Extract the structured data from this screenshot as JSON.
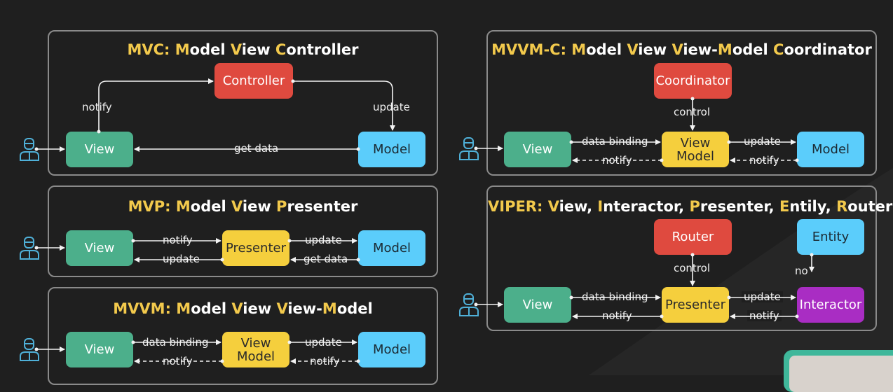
{
  "mvc": {
    "title": [
      {
        "t": "MVC: ",
        "c": "y"
      },
      {
        "t": "M",
        "c": "y"
      },
      {
        "t": "odel ",
        "c": "w"
      },
      {
        "t": "V",
        "c": "y"
      },
      {
        "t": "iew ",
        "c": "w"
      },
      {
        "t": "C",
        "c": "y"
      },
      {
        "t": "ontroller",
        "c": "w"
      }
    ],
    "controller": "Controller",
    "view": "View",
    "model": "Model",
    "notify": "notify",
    "update": "update",
    "get_data": "get data"
  },
  "mvp": {
    "title": [
      {
        "t": "MVP: ",
        "c": "y"
      },
      {
        "t": "M",
        "c": "y"
      },
      {
        "t": "odel ",
        "c": "w"
      },
      {
        "t": "V",
        "c": "y"
      },
      {
        "t": "iew ",
        "c": "w"
      },
      {
        "t": "P",
        "c": "y"
      },
      {
        "t": "resenter",
        "c": "w"
      }
    ],
    "view": "View",
    "presenter": "Presenter",
    "model": "Model",
    "notify": "notify",
    "update_left": "update",
    "update_right": "update",
    "get_data": "get data"
  },
  "mvvm": {
    "title": [
      {
        "t": "MVVM: ",
        "c": "y"
      },
      {
        "t": "M",
        "c": "y"
      },
      {
        "t": "odel ",
        "c": "w"
      },
      {
        "t": "V",
        "c": "y"
      },
      {
        "t": "iew ",
        "c": "w"
      },
      {
        "t": "V",
        "c": "y"
      },
      {
        "t": "iew-",
        "c": "w"
      },
      {
        "t": "M",
        "c": "y"
      },
      {
        "t": "odel",
        "c": "w"
      }
    ],
    "view": "View",
    "viewmodel_line1": "View",
    "viewmodel_line2": "Model",
    "model": "Model",
    "data_binding": "data binding",
    "notify_left": "notify",
    "update": "update",
    "notify_right": "notify"
  },
  "mvvmc": {
    "title": [
      {
        "t": "MVVM-C: ",
        "c": "y"
      },
      {
        "t": "M",
        "c": "y"
      },
      {
        "t": "odel ",
        "c": "w"
      },
      {
        "t": "V",
        "c": "y"
      },
      {
        "t": "iew ",
        "c": "w"
      },
      {
        "t": "V",
        "c": "y"
      },
      {
        "t": "iew-",
        "c": "w"
      },
      {
        "t": "M",
        "c": "y"
      },
      {
        "t": "odel ",
        "c": "w"
      },
      {
        "t": "C",
        "c": "y"
      },
      {
        "t": "oordinator",
        "c": "w"
      }
    ],
    "coordinator": "Coordinator",
    "control": "control",
    "view": "View",
    "viewmodel_line1": "View",
    "viewmodel_line2": "Model",
    "model": "Model",
    "data_binding": "data binding",
    "notify_left": "notify",
    "update": "update",
    "notify_right": "notify"
  },
  "viper": {
    "title": [
      {
        "t": "VIPER: ",
        "c": "y"
      },
      {
        "t": "V",
        "c": "y"
      },
      {
        "t": "iew, ",
        "c": "w"
      },
      {
        "t": "I",
        "c": "y"
      },
      {
        "t": "nteractor, ",
        "c": "w"
      },
      {
        "t": "P",
        "c": "y"
      },
      {
        "t": "resenter, ",
        "c": "w"
      },
      {
        "t": "E",
        "c": "y"
      },
      {
        "t": "ntily, ",
        "c": "w"
      },
      {
        "t": "R",
        "c": "y"
      },
      {
        "t": "outer",
        "c": "w"
      }
    ],
    "router": "Router",
    "entity": "Entity",
    "control": "control",
    "no": "no",
    "view": "View",
    "presenter": "Presenter",
    "interactor": "Interactor",
    "data_binding": "data binding",
    "notify_left": "notify",
    "update": "update",
    "notify_right": "notify"
  },
  "colors": {
    "view": "#4caf8b",
    "model": "#5bcdfb",
    "presenter": "#f5cf3d",
    "controller": "#df4a3f",
    "interactor": "#a92dc3",
    "title_accent": "#f2c94c"
  },
  "icons": [
    "user-icon",
    "arrow-icon"
  ]
}
